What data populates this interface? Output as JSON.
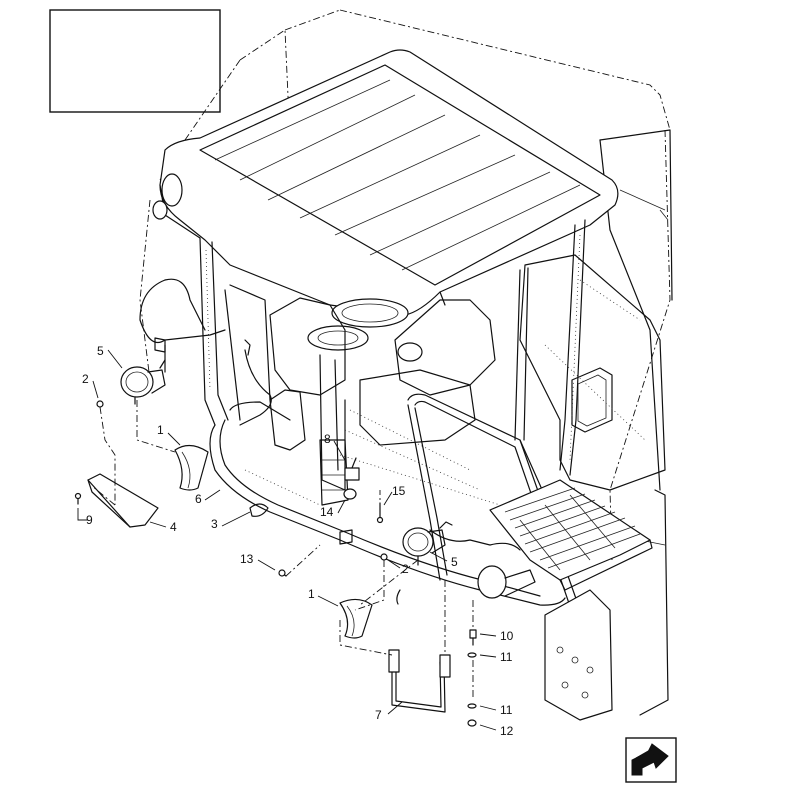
{
  "title_box": {
    "text": ""
  },
  "callouts": [
    {
      "id": "c5a",
      "label": "5"
    },
    {
      "id": "c2a",
      "label": "2"
    },
    {
      "id": "c1a",
      "label": "1"
    },
    {
      "id": "c6",
      "label": "6"
    },
    {
      "id": "c3",
      "label": "3"
    },
    {
      "id": "c9",
      "label": "9"
    },
    {
      "id": "c4",
      "label": "4"
    },
    {
      "id": "c8",
      "label": "8"
    },
    {
      "id": "c14",
      "label": "14"
    },
    {
      "id": "c15",
      "label": "15"
    },
    {
      "id": "c13",
      "label": "13"
    },
    {
      "id": "c2b",
      "label": "2"
    },
    {
      "id": "c5b",
      "label": "5"
    },
    {
      "id": "c1b",
      "label": "1"
    },
    {
      "id": "c10",
      "label": "10"
    },
    {
      "id": "c11a",
      "label": "11"
    },
    {
      "id": "c7",
      "label": "7"
    },
    {
      "id": "c11b",
      "label": "11"
    },
    {
      "id": "c12",
      "label": "12"
    }
  ],
  "nav_icon": "next-page-arrow-icon"
}
